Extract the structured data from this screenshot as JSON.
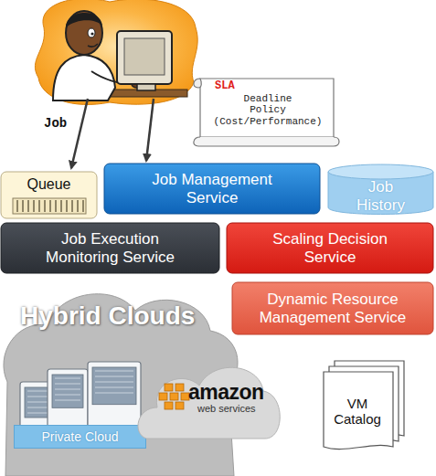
{
  "diagram": {
    "nodes": [
      {
        "text": [
          "SLA",
          "Deadline",
          "Policy (Cost/Performance)"
        ]
      },
      {
        "text": [
          "Queue"
        ]
      },
      {
        "text": [
          "Job Management Service"
        ]
      },
      {
        "text": [
          "Job History"
        ]
      },
      {
        "text": [
          "Job Execution Monitoring Service"
        ]
      },
      {
        "text": [
          "Scaling Decision Service"
        ]
      },
      {
        "text": [
          "Dynamic Resource Management Service"
        ]
      },
      {
        "text": [
          "Hybrid Clouds"
        ]
      },
      {
        "text": [
          "Private Cloud"
        ],
        "in": 7
      },
      {
        "text": [
          "amazon",
          "web services"
        ],
        "in": 7
      },
      {
        "text": [
          "VM Catalog"
        ]
      }
    ],
    "labels": [
      "Job"
    ]
  }
}
